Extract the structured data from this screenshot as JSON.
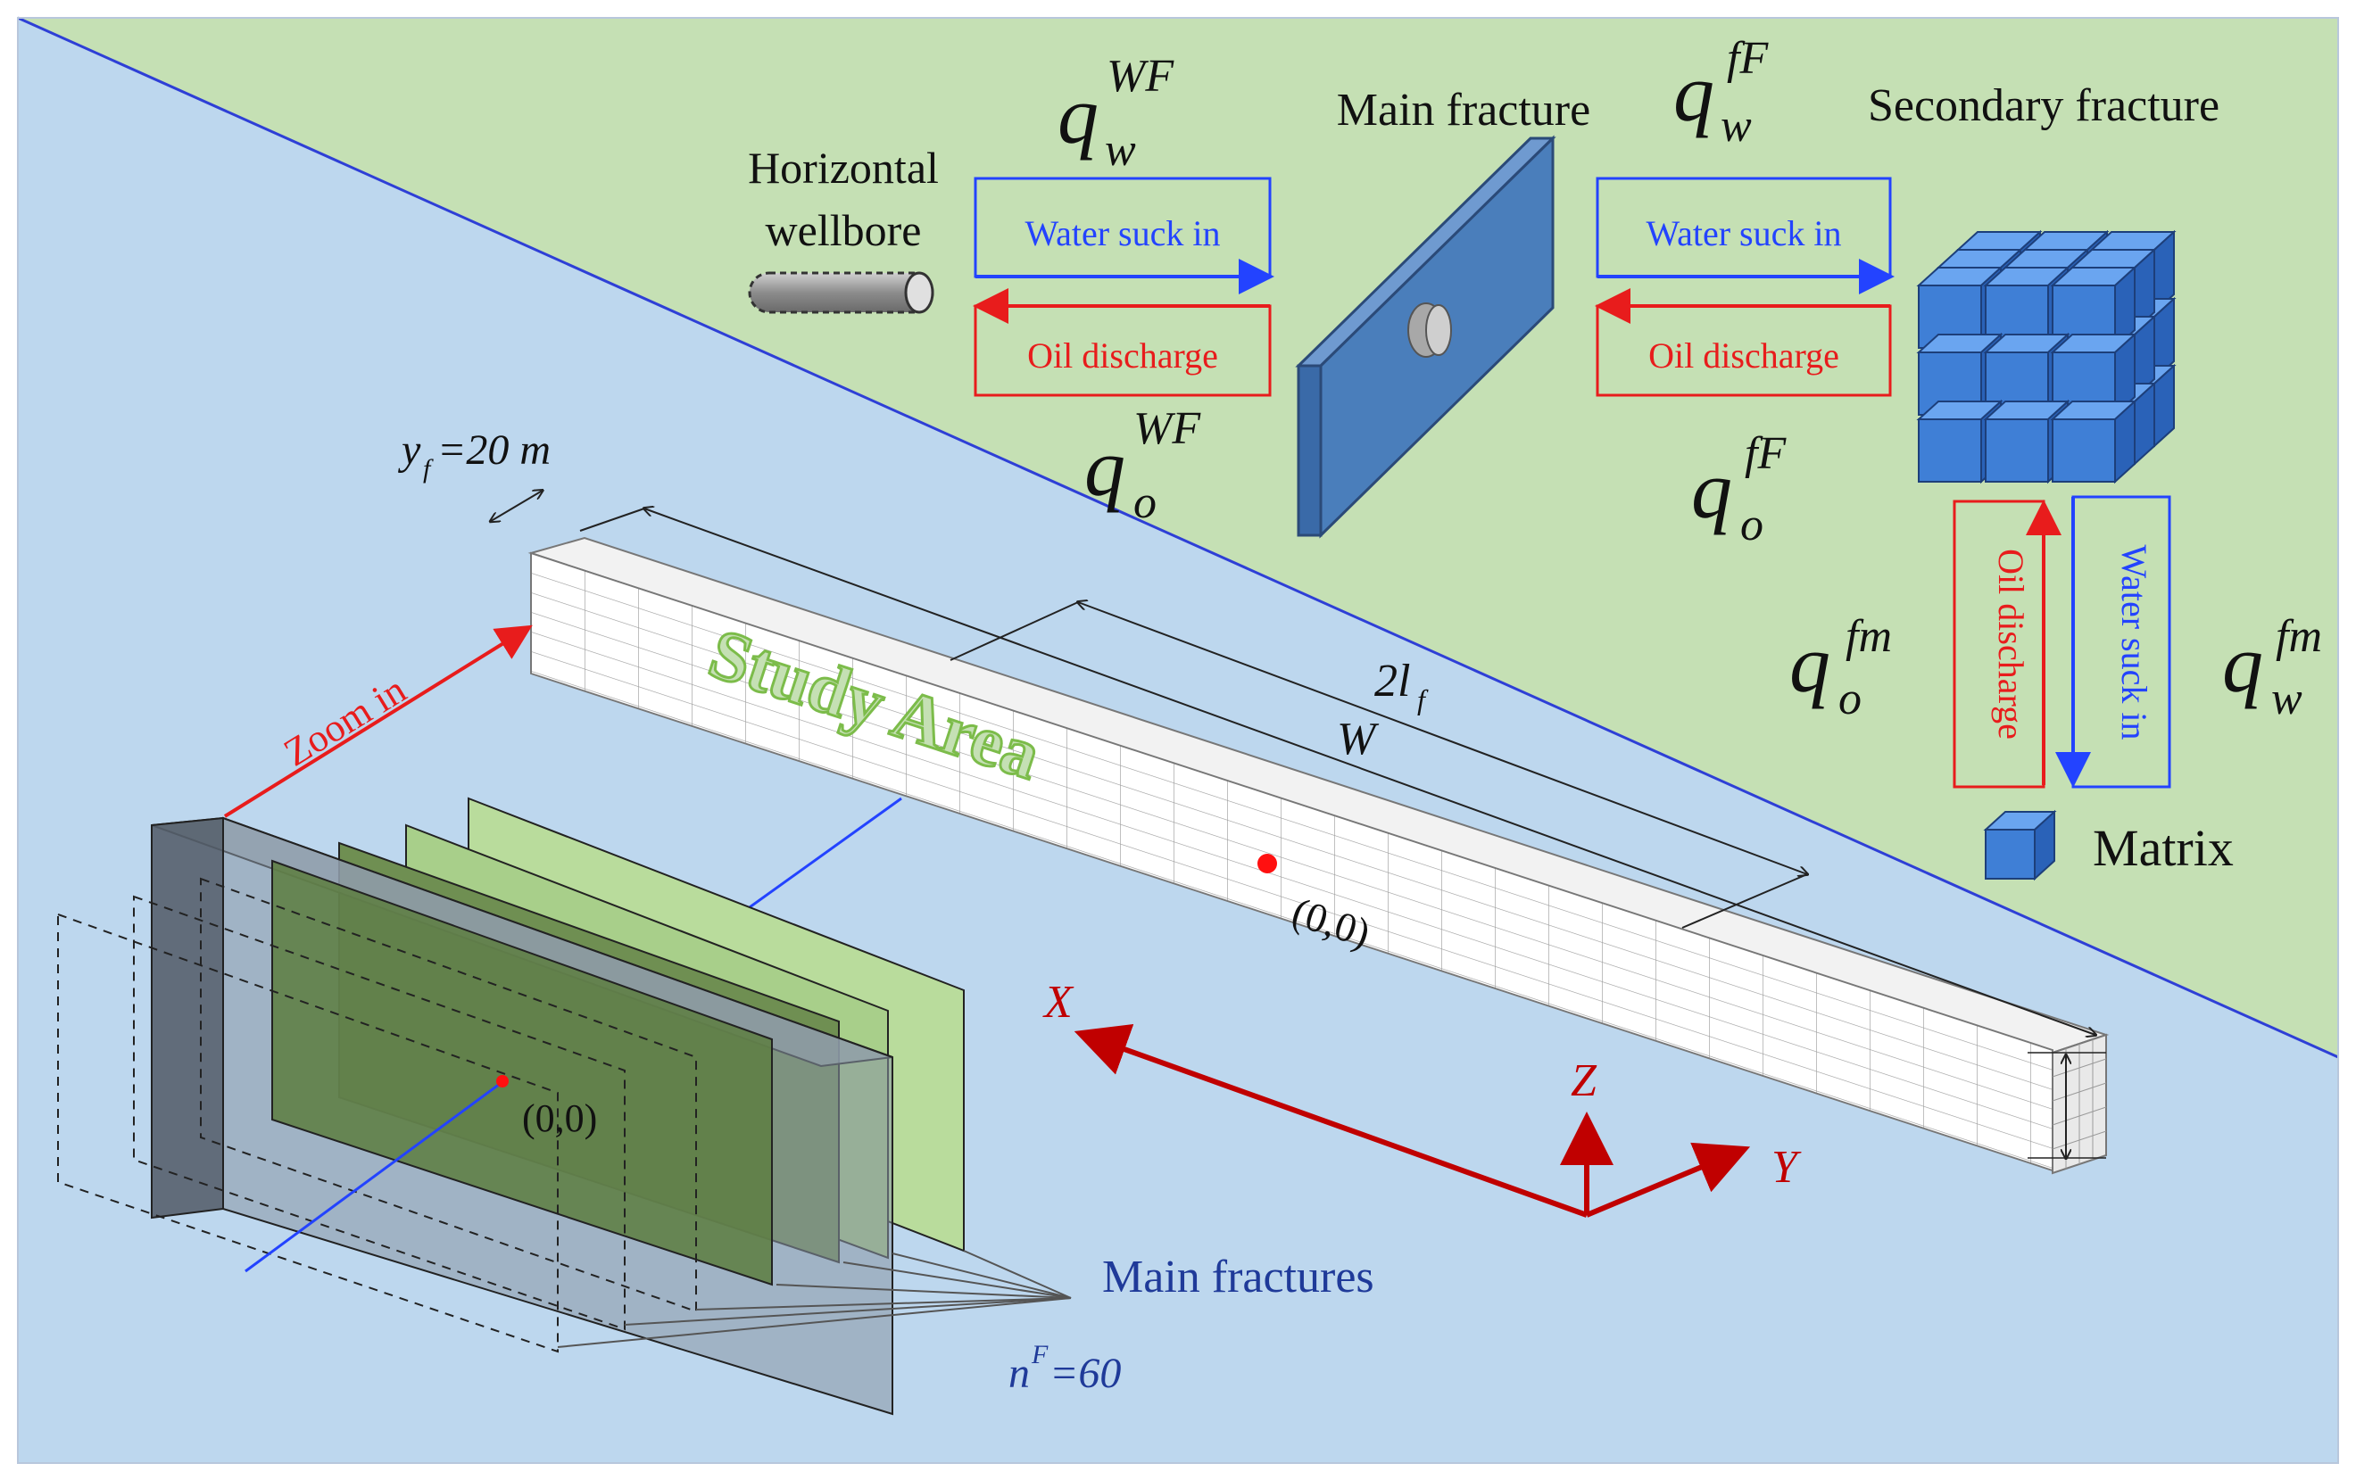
{
  "colors": {
    "blue_bg": "#bdd7ee",
    "green_bg": "#c5e0b4",
    "diagonal": "#2e3fd6",
    "fracture_blue": "#4a7ebb",
    "cube_blue": "#3f7fd6",
    "water_blue": "#2343ff",
    "oil_red": "#e81c1c",
    "axis_red": "#c00000",
    "green_plate": "#6f8f52",
    "study_text": "#7cbc4a"
  },
  "labels": {
    "horizontal_wellbore_line1": "Horizontal",
    "horizontal_wellbore_line2": "wellbore",
    "main_fracture": "Main fracture",
    "secondary_fracture": "Secondary  fracture",
    "matrix": "Matrix",
    "study_area": "Study Area",
    "zoom_in": "Zoom in",
    "main_fractures": "Main fractures",
    "yf_label": "y",
    "yf_sub": "f",
    "yf_value": "=20 m",
    "nF_base": "n",
    "nF_sup": "F",
    "nF_value": "=60",
    "two_lf_base": "2l",
    "two_lf_sub": "f",
    "w_label": "W",
    "origin_top": "(0,0)",
    "origin_bottom": "(0,0)",
    "axis_x": "X",
    "axis_y": "Y",
    "axis_z": "Z"
  },
  "boxes": {
    "water_suck_in_1": "Water suck in",
    "oil_discharge_1": "Oil discharge",
    "water_suck_in_2": "Water suck in",
    "oil_discharge_2": "Oil discharge",
    "oil_discharge_vertical": "Oil discharge",
    "water_suck_in_vertical": "Water suck in"
  },
  "flows": {
    "q_w_WF": {
      "base": "q",
      "sub": "w",
      "sup": "WF"
    },
    "q_o_WF": {
      "base": "q",
      "sub": "o",
      "sup": "WF"
    },
    "q_w_fF": {
      "base": "q",
      "sub": "w",
      "sup": "fF"
    },
    "q_o_fF": {
      "base": "q",
      "sub": "o",
      "sup": "fF"
    },
    "q_o_fm": {
      "base": "q",
      "sub": "o",
      "sup": "fm"
    },
    "q_w_fm": {
      "base": "q",
      "sub": "w",
      "sup": "fm"
    }
  }
}
